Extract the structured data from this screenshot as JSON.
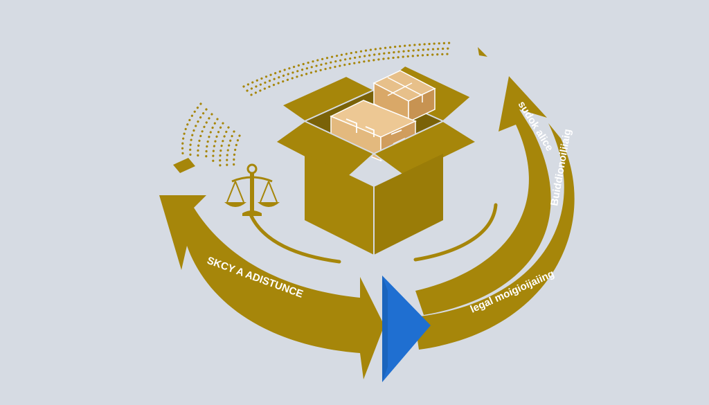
{
  "labels": {
    "left_arrow": "SKCY A ADISTUNCE",
    "right_arrow_top": "sudok alice",
    "right_arrow_middle": "Buiddionoiliiaig",
    "right_arrow_bottom": "legal moigioijaiing"
  },
  "colors": {
    "background": "#d6dbe3",
    "gold": "#a6860a",
    "gold_dark": "#8f7306",
    "box_light": "#e3b97e",
    "box_mid": "#d9a868",
    "blue": "#1f6fd1"
  },
  "icons": [
    "open-box-icon",
    "scales-of-justice-icon",
    "small-box-icon",
    "play-triangle-icon"
  ]
}
